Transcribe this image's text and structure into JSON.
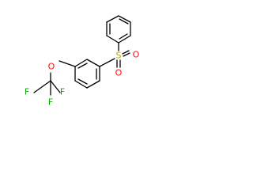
{
  "structure": {
    "atoms": {
      "oxygen_ether": {
        "symbol": "O",
        "color": "#ff0d0d"
      },
      "fluorine_1": {
        "symbol": "F",
        "color": "#00b000"
      },
      "fluorine_2": {
        "symbol": "F",
        "color": "#00b000"
      },
      "fluorine_3": {
        "symbol": "F",
        "color": "#00b000"
      },
      "sulfur": {
        "symbol": "S",
        "color": "#b8a200"
      },
      "oxygen_sulfonyl_1": {
        "symbol": "O",
        "color": "#ff0d0d"
      },
      "oxygen_sulfonyl_2": {
        "symbol": "O",
        "color": "#ff0d0d"
      }
    },
    "bond_color": "#000000"
  }
}
